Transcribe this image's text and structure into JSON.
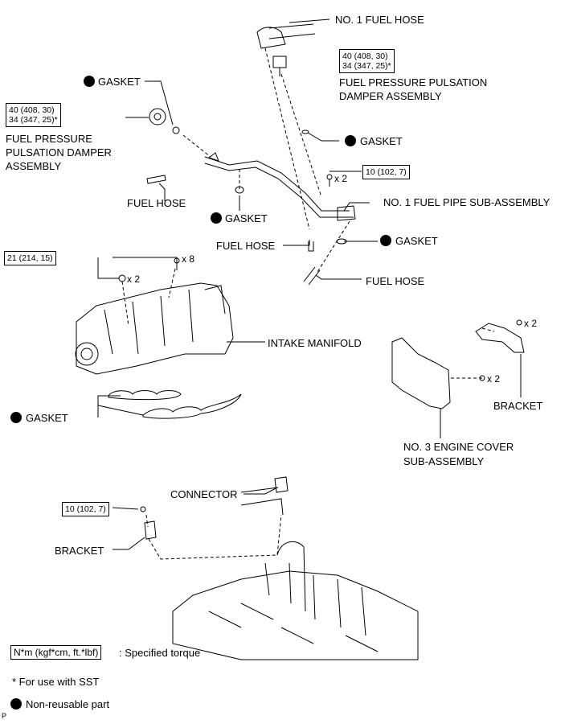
{
  "labels": {
    "no1_fuel_hose": "NO. 1 FUEL HOSE",
    "damper_right_l1": "FUEL PRESSURE PULSATION",
    "damper_right_l2": "DAMPER ASSEMBLY",
    "damper_left_l1": "FUEL PRESSURE",
    "damper_left_l2": "PULSATION DAMPER",
    "damper_left_l3": "ASSEMBLY",
    "gasket": "GASKET",
    "fuel_hose": "FUEL HOSE",
    "no1_fuel_pipe": "NO. 1 FUEL PIPE SUB-ASSEMBLY",
    "intake_manifold": "INTAKE MANIFOLD",
    "bracket": "BRACKET",
    "no3_engine_cover_l1": "NO. 3 ENGINE COVER",
    "no3_engine_cover_l2": "SUB-ASSEMBLY",
    "connector": "CONNECTOR"
  },
  "torque": {
    "damper_right_l1": "40 (408, 30)",
    "damper_right_l2": "34 (347, 25)*",
    "damper_left_l1": "40 (408, 30)",
    "damper_left_l2": "34 (347, 25)*",
    "pipe": "10 (102, 7)",
    "manifold": "21 (214, 15)",
    "bracket": "10 (102, 7)"
  },
  "counts": {
    "x2": "x 2",
    "x8": "x 8"
  },
  "legend": {
    "torque_unit": "N*m (kgf*cm, ft.*lbf)",
    "torque_desc": ": Specified torque",
    "sst_note": "* For use with SST",
    "nonreusable": "Non-reusable part",
    "corner_mark": "P"
  }
}
